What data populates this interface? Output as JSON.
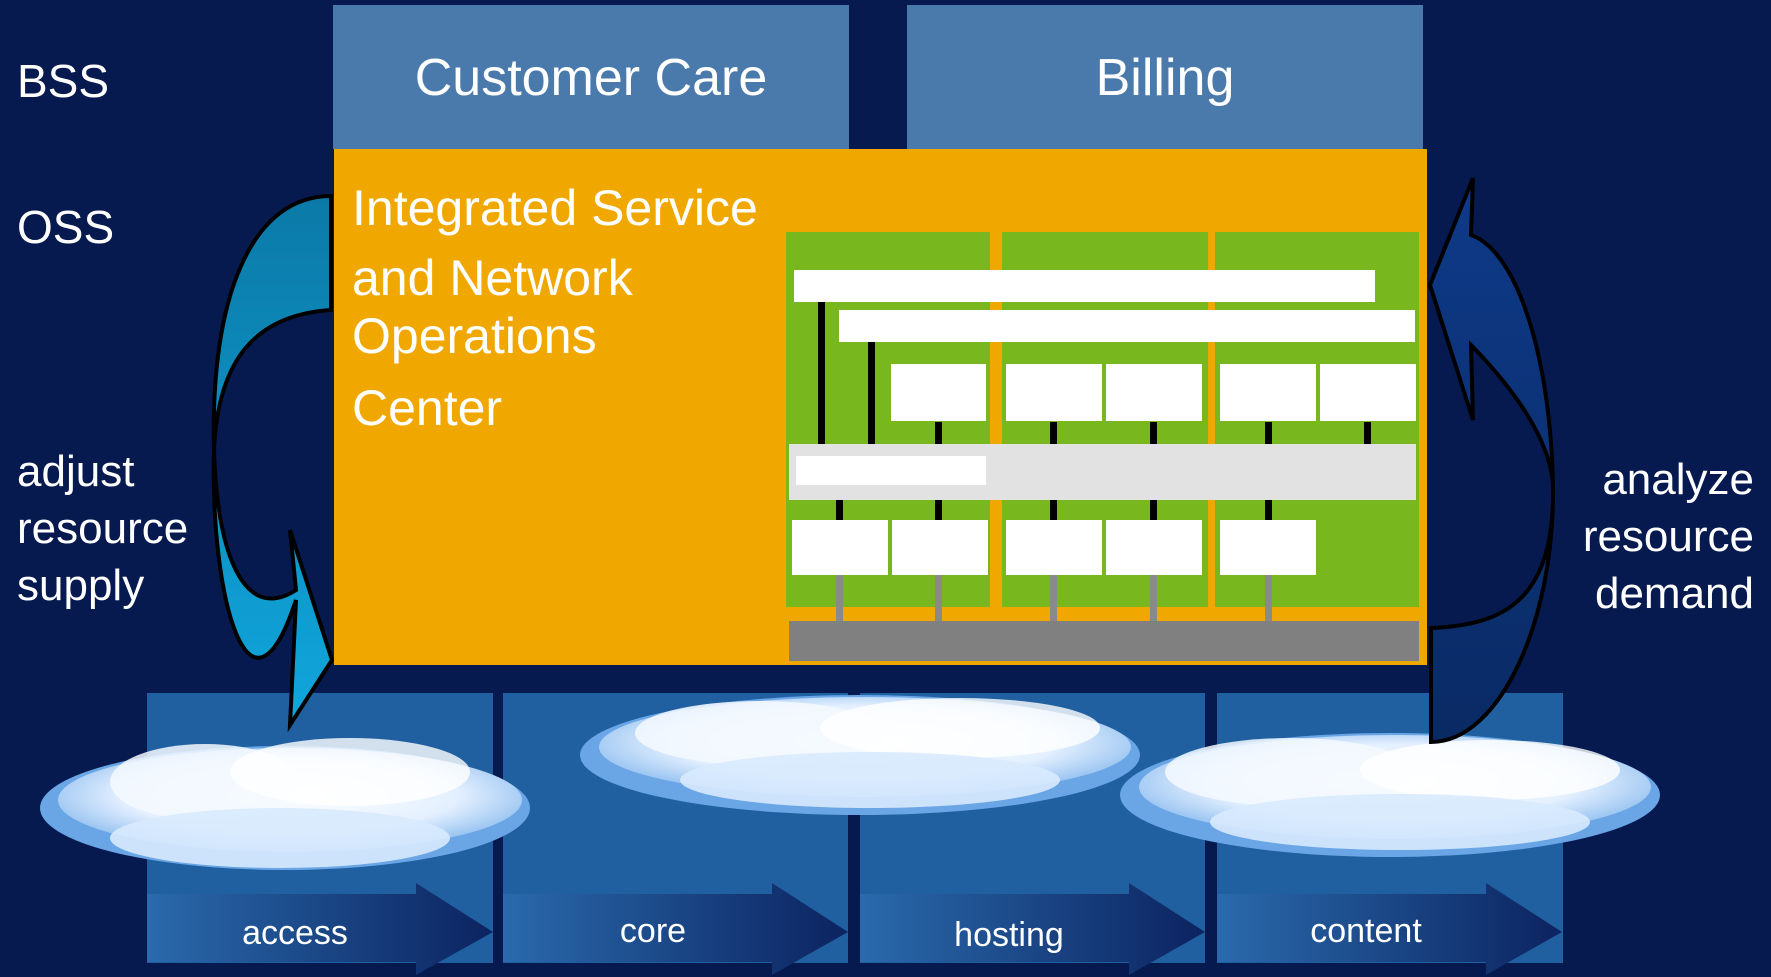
{
  "layers": {
    "bss": "BSS",
    "oss": "OSS"
  },
  "bss_boxes": {
    "customer_care": "Customer Care",
    "billing": "Billing"
  },
  "noc": {
    "title_lines": [
      "Integrated Service",
      "and Network",
      "Operations",
      "Center"
    ]
  },
  "loops": {
    "left_label_lines": [
      "adjust",
      "resource",
      "supply"
    ],
    "right_label_lines": [
      "analyze",
      "resource",
      "demand"
    ]
  },
  "domains": [
    "access",
    "core",
    "hosting",
    "content"
  ],
  "colors": {
    "background": "#061a50",
    "bss_box": "#4a7aac",
    "noc_box": "#f0a800",
    "component_green": "#78b81e",
    "domain_tile": "#2060a0",
    "left_arrow": "#0a90c8",
    "right_arrow": "#0c3070"
  }
}
